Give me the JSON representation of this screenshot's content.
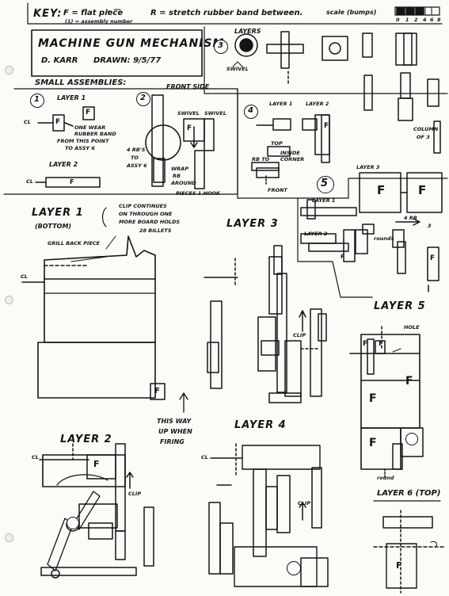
{
  "header": {
    "key_label": "KEY:",
    "key_f": "F = flat piece",
    "key_r": "R = stretch rubber band between.",
    "key_circled": "(1) = assembly number",
    "scale_label": "scale (bumps)",
    "scale_numbers": [
      "0",
      "1",
      "2",
      "4",
      "6",
      "8"
    ]
  },
  "title": {
    "name": "MACHINE GUN MECHANISM.",
    "author": "D. KARR",
    "drawn": "DRAWN: 9/5/77"
  },
  "small_assemblies": {
    "heading": "SMALL ASSEMBLIES:",
    "a1": {
      "num": "1",
      "layer1": "LAYER 1",
      "layer2": "LAYER 2",
      "note": [
        "ONE WEAR",
        "RUBBER BAND",
        "FROM THIS POINT",
        "TO ASSY 6"
      ],
      "cl": "CL"
    },
    "a2": {
      "num": "2",
      "front_side": "FRONT SIDE",
      "swivel_a": "SWIVEL",
      "swivel_b": "SWIVEL",
      "rb4": [
        "4 RB'S",
        "TO",
        "ASSY 6"
      ],
      "wrap": [
        "WRAP",
        "RB",
        "AROUND"
      ],
      "pieces_hook": "PIECES 1 HOOK"
    },
    "a3": {
      "num": "3",
      "layers": "LAYERS",
      "swivel": "SWIVEL",
      "column_note": [
        "COLUMN",
        "OF 3"
      ]
    },
    "a4": {
      "num": "4",
      "layer1": "LAYER 1",
      "layer2": "LAYER 2",
      "top": "TOP",
      "rb": "RB TO",
      "inside_corner": [
        "INSIDE",
        "CORNER"
      ],
      "front": "FRONT"
    },
    "a5": {
      "num": "5",
      "layer1": "LAYER 1",
      "layer2": "LAYER 2",
      "layer3": "LAYER 3",
      "rb4": "4 RB",
      "rb3": "3",
      "rounds": "rounds"
    }
  },
  "main": {
    "layer1": "LAYER 1",
    "bottom": "(BOTTOM)",
    "clip_note": [
      "CLIP CONTINUES",
      "ON THROUGH ONE",
      "MORE BOARD HOLDS",
      "28 BILLETS"
    ],
    "grill_note": "GRILL BACK PIECE",
    "layer3": "LAYER 3",
    "clip": "CLIP",
    "layer2": "LAYER 2",
    "this_way": [
      "THIS WAY",
      "UP WHEN",
      "FIRING"
    ],
    "layer4": "LAYER 4",
    "layer5": "LAYER 5",
    "hole": "HOLE",
    "round": "round",
    "layer6": "LAYER 6 (TOP)",
    "f_label": "F",
    "cl_label": "CL"
  }
}
